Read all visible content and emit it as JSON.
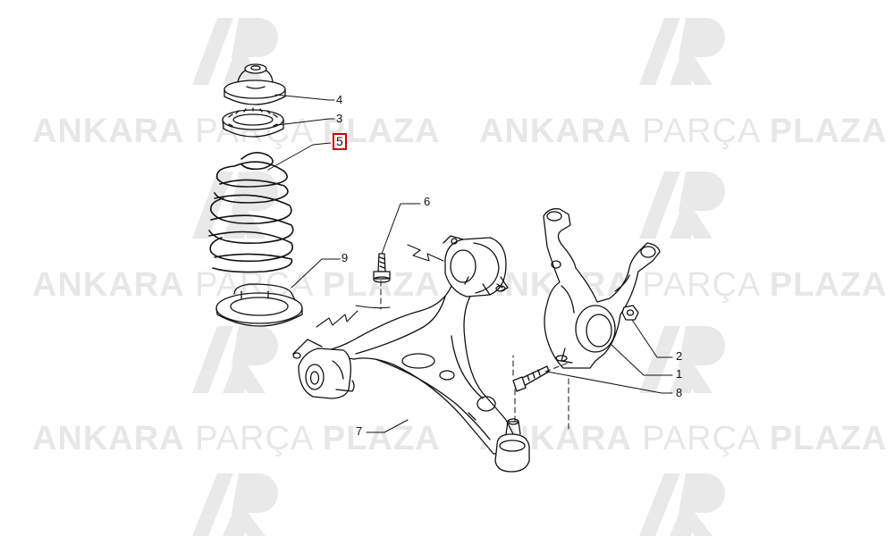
{
  "watermark": {
    "brand_bold": "ANKARA",
    "brand_light": "PARÇA",
    "brand_bold2": "PLAZA",
    "logo_letters": "AP",
    "color": "#b4b4b4"
  },
  "callouts": {
    "c1": "1",
    "c2": "2",
    "c3": "3",
    "c4": "4",
    "c5": "5",
    "c6": "6",
    "c7": "7",
    "c8": "8",
    "c9": "9"
  },
  "highlight": {
    "label": "5",
    "color": "#d00000"
  },
  "line_color": "#111111"
}
